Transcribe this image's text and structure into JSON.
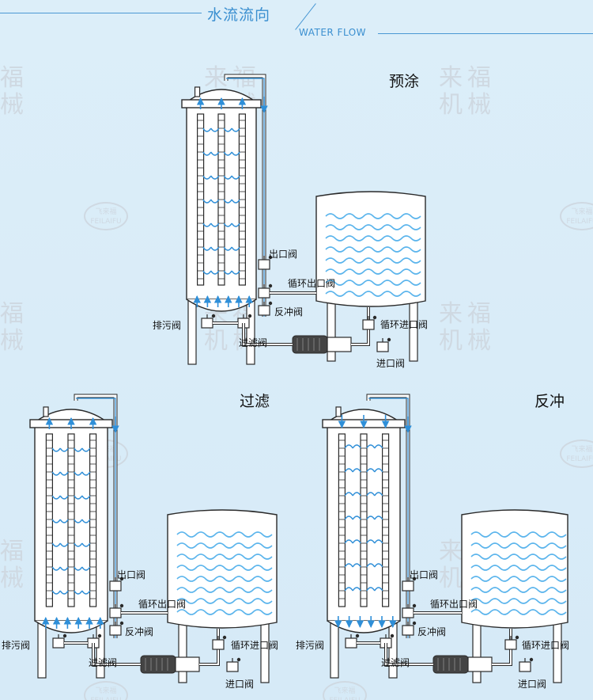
{
  "header": {
    "title_cn": "水流流向",
    "title_en": "WATER FLOW"
  },
  "watermark": {
    "brand_cn": "来福",
    "brand_cn2": "机械",
    "fu": "福",
    "xie": "械",
    "logo_cn": "飞来福",
    "logo_en": "FEILAIFU"
  },
  "panels": {
    "precoat": {
      "title": "预涂",
      "labels": {
        "outlet": "出口阀",
        "recirc_outlet": "循环出口阀",
        "backwash": "反冲阀",
        "drain": "排污阀",
        "filter": "过滤阀",
        "recirc_inlet": "循环进口阀",
        "inlet": "进口阀"
      }
    },
    "filtration": {
      "title": "过滤",
      "labels": {
        "outlet": "出口阀",
        "recirc_outlet": "循环出口阀",
        "backwash": "反冲阀",
        "drain": "排污阀",
        "filter": "过滤阀",
        "recirc_inlet": "循环进口阀",
        "inlet": "进口阀"
      }
    },
    "backwash": {
      "title": "反冲",
      "labels": {
        "outlet": "出口阀",
        "recirc_outlet": "循环出口阀",
        "backwash": "反冲阀",
        "drain": "排污阀",
        "filter": "过滤阀",
        "recirc_inlet": "循环进口阀",
        "inlet": "进口阀"
      }
    }
  },
  "colors": {
    "line": "#2a2a2a",
    "flow": "#2f8fd8",
    "wave": "#5ab4ec",
    "bg": "#d9ecf8"
  }
}
